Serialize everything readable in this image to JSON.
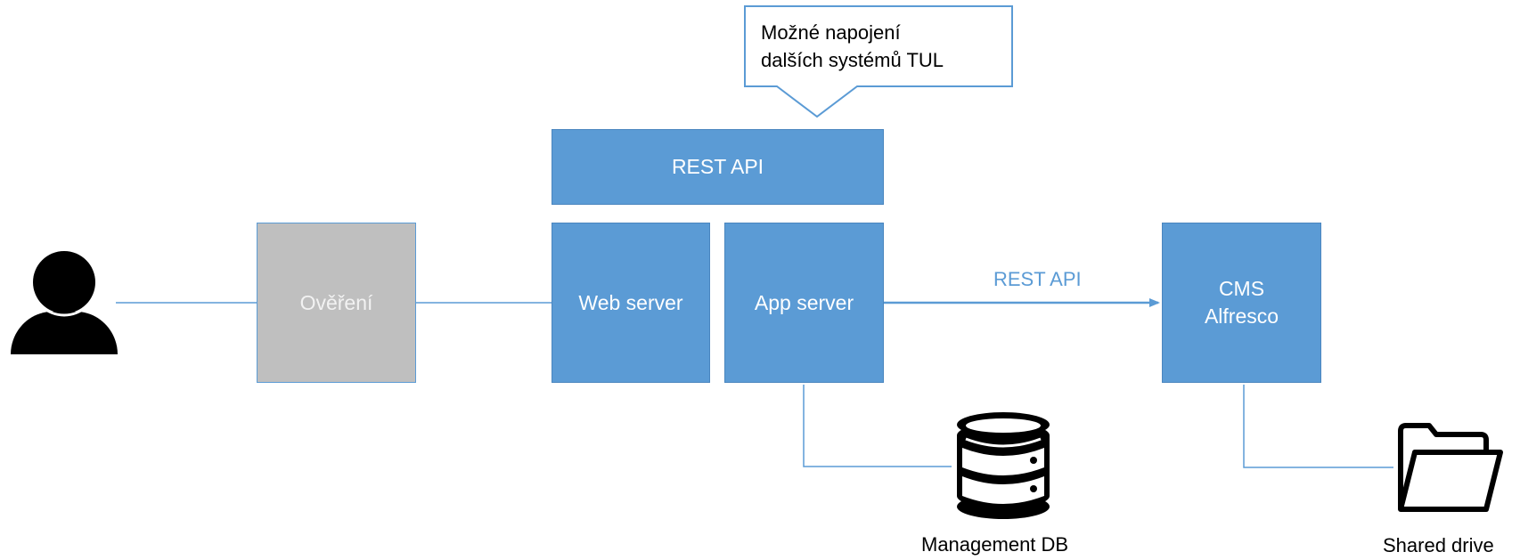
{
  "nodes": {
    "overeni": "Ověření",
    "rest_api_top": "REST API",
    "web_server": "Web server",
    "app_server": "App server",
    "cms": "CMS\nAlfresco",
    "management_db": "Management DB",
    "shared_drive": "Shared drive"
  },
  "callout": "Možné napojení\ndalších systémů TUL",
  "edges": {
    "app_to_cms_label": "REST API"
  },
  "icons": {
    "user": "user-icon",
    "database": "database-icon",
    "folder": "folder-icon"
  },
  "colors": {
    "box_fill": "#5b9bd5",
    "auth_box_fill": "#bfbfbf",
    "connector": "#5b9bd5",
    "icon": "#000000"
  }
}
